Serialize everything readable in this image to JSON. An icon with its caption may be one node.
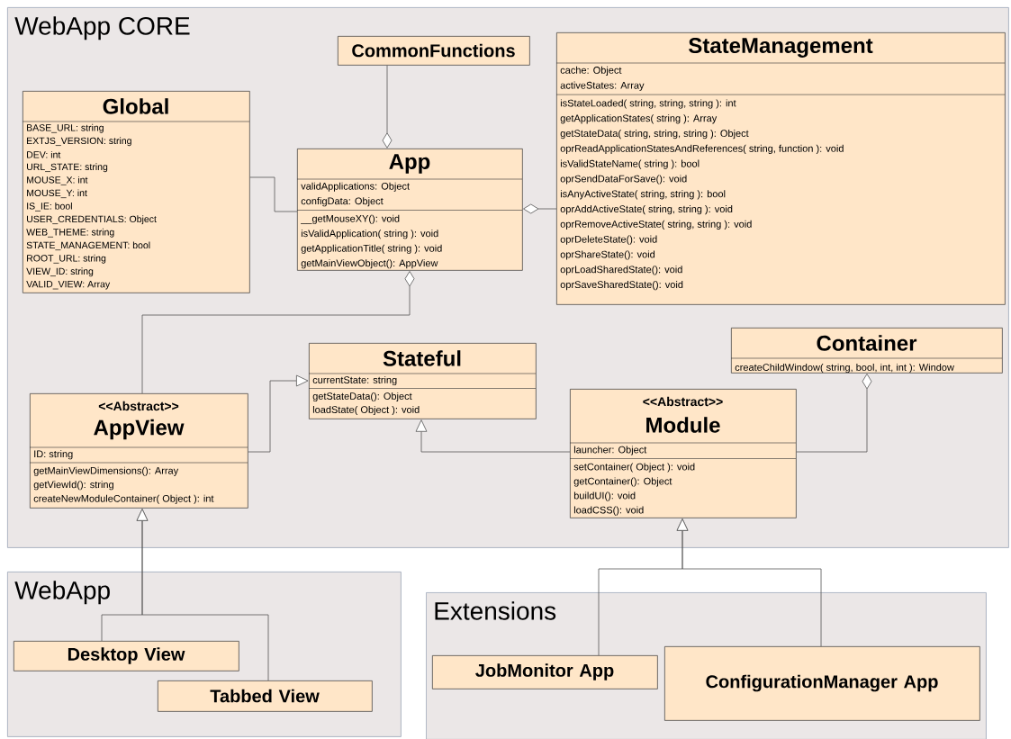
{
  "diagram": {
    "nodes": [
      {
        "text": [
          "WebApp CORE"
        ]
      },
      {
        "text": [
          "CommonFunctions"
        ],
        "in": 0
      },
      {
        "text": [
          "Global",
          "BASE_URL: string",
          "EXTJS_VERSION: string",
          "DEV: int",
          "URL_STATE: string",
          "MOUSE_X: int",
          "MOUSE_Y: int",
          "IS_IE: bool",
          "USER_CREDENTIALS: Object",
          "WEB_THEME: string",
          "STATE_MANAGEMENT: bool",
          "ROOT_URL: string",
          "VIEW_ID: string",
          "VALID_VIEW: Array"
        ],
        "in": 0
      },
      {
        "text": [
          "App",
          "validApplications: Object",
          "configData: Object",
          "__getMouseXY(): void",
          "isValidApplication( string ): void",
          "getApplicationTitle( string ): void",
          "getMainViewObject(): AppView"
        ],
        "in": 0
      },
      {
        "text": [
          "StateManagement",
          "cache: Object",
          "activeStates: Array",
          "isStateLoaded( string, string, string ): int",
          "getApplicationStates( string ): Array",
          "getStateData( string, string, string ): Object",
          "oprReadApplicationStatesAndReferences( string, function ): void",
          "isValidStateName( string ): bool",
          "oprSendDataForSave(): void",
          "isAnyActiveState( string, string ): bool",
          "oprAddActiveState( string, string ): void",
          "oprRemoveActiveState( string, string ): void",
          "oprDeleteState(): void",
          "oprShareState(): void",
          "oprLoadSharedState(): void",
          "oprSaveSharedState(): void"
        ],
        "in": 0
      },
      {
        "text": [
          "Stateful",
          "currentState: string",
          "getStateData(): Object",
          "loadState( Object ): void"
        ],
        "in": 0
      },
      {
        "text": [
          "Container",
          "createChildWindow( string, bool, int, int ): Window"
        ],
        "in": 0
      },
      {
        "text": [
          "<<Abstract>>",
          "AppView",
          "ID: string",
          "getMainViewDimensions(): Array",
          "getViewId(): string",
          "createNewModuleContainer( Object ): int"
        ],
        "in": 0
      },
      {
        "text": [
          "<<Abstract>>",
          "Module",
          "launcher: Object",
          "setContainer( Object ): void",
          "getContainer(): Object",
          "buildUI(): void",
          "loadCSS(): void"
        ],
        "in": 0
      },
      {
        "text": [
          "WebApp"
        ]
      },
      {
        "text": [
          "Desktop View"
        ],
        "in": 9
      },
      {
        "text": [
          "Tabbed View"
        ],
        "in": 9
      },
      {
        "text": [
          "Extensions"
        ]
      },
      {
        "text": [
          "JobMonitor App"
        ],
        "in": 12
      },
      {
        "text": [
          "ConfigurationManager App"
        ],
        "in": 12
      }
    ],
    "edges": [
      {
        "from": 1,
        "to": 3,
        "arrow": "other"
      },
      {
        "from": 2,
        "to": 3,
        "arrow": "none"
      },
      {
        "from": 4,
        "to": 3,
        "arrow": "other"
      },
      {
        "from": 7,
        "to": 3,
        "arrow": "other"
      },
      {
        "from": 7,
        "to": 5,
        "arrow": "to"
      },
      {
        "from": 8,
        "to": 5,
        "arrow": "to"
      },
      {
        "from": 8,
        "to": 6,
        "arrow": "other"
      },
      {
        "from": 10,
        "to": 7,
        "arrow": "to"
      },
      {
        "from": 11,
        "to": 7,
        "arrow": "to"
      },
      {
        "from": 13,
        "to": 8,
        "arrow": "to"
      },
      {
        "from": 14,
        "to": 8,
        "arrow": "to"
      }
    ]
  }
}
